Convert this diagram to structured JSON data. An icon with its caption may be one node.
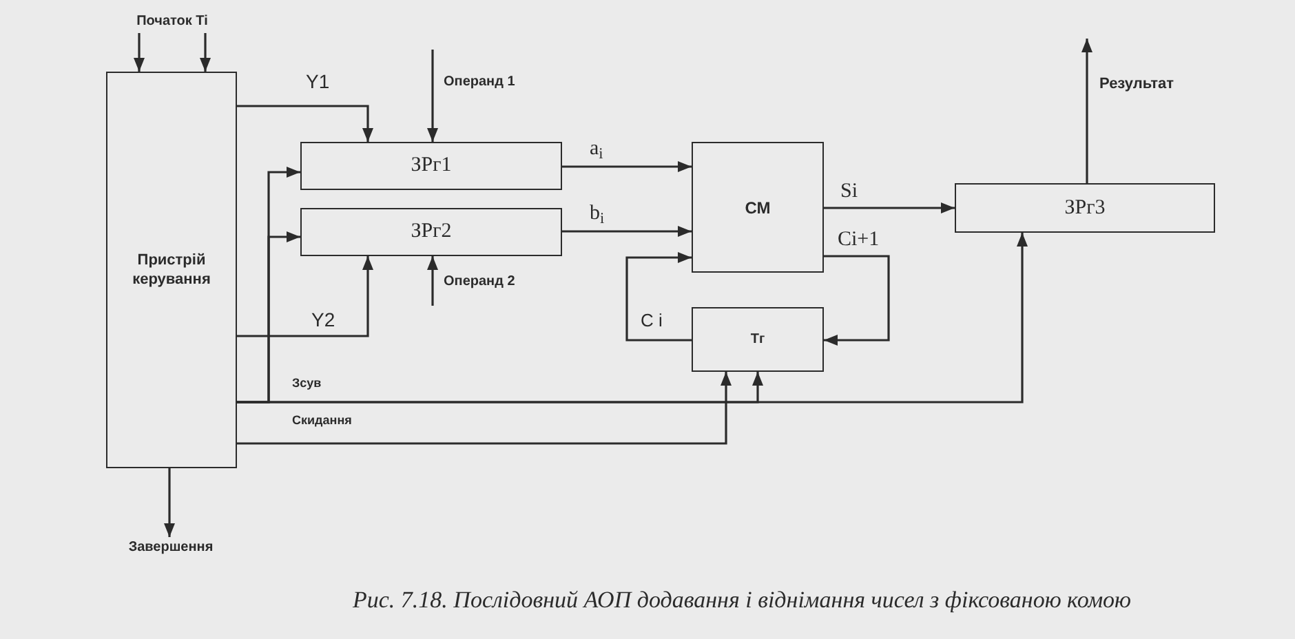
{
  "diagram": {
    "caption": "Рис. 7.18. Послідовний АОП додавання і віднімання чисел з фіксованою комою",
    "nodes": [
      {
        "text": [
          "Початок Ti"
        ]
      },
      {
        "text": [
          "Пристрій керування"
        ]
      },
      {
        "text": [
          "ЗРг1"
        ]
      },
      {
        "text": [
          "ЗРг2"
        ]
      },
      {
        "text": [
          "СМ"
        ]
      },
      {
        "text": [
          "Тг"
        ]
      },
      {
        "text": [
          "ЗРг3"
        ]
      },
      {
        "text": [
          "Завершення"
        ]
      }
    ],
    "edges": [
      {
        "from": 0,
        "to": 1,
        "arrow": "to"
      },
      {
        "from": 0,
        "to": 1,
        "arrow": "to"
      },
      {
        "from": null,
        "to": 2,
        "arrow": "to",
        "label": "Операнд 1"
      },
      {
        "from": null,
        "to": 3,
        "arrow": "to",
        "label": "Операнд 2"
      },
      {
        "from": 1,
        "to": 2,
        "arrow": "to",
        "label": "Y1"
      },
      {
        "from": 1,
        "to": 3,
        "arrow": "to",
        "label": "Y2"
      },
      {
        "from": 1,
        "to": 2,
        "arrow": "to",
        "label": "Зсув"
      },
      {
        "from": 1,
        "to": 3,
        "arrow": "to"
      },
      {
        "from": 1,
        "to": 5,
        "arrow": "to"
      },
      {
        "from": 1,
        "to": 6,
        "arrow": "to"
      },
      {
        "from": 1,
        "to": 5,
        "arrow": "to",
        "label": "Скидання"
      },
      {
        "from": 2,
        "to": 4,
        "arrow": "to",
        "label": "a$_{i}$"
      },
      {
        "from": 3,
        "to": 4,
        "arrow": "to",
        "label": "b$_{i}$"
      },
      {
        "from": 5,
        "to": 4,
        "arrow": "to",
        "label": "C i"
      },
      {
        "from": 4,
        "to": 6,
        "arrow": "to",
        "label": "Si"
      },
      {
        "from": 4,
        "to": 5,
        "arrow": "to",
        "label": "Ci+1"
      },
      {
        "from": 6,
        "to": null,
        "arrow": "to",
        "label": "Результат"
      },
      {
        "from": 1,
        "to": 7,
        "arrow": "to"
      }
    ]
  }
}
